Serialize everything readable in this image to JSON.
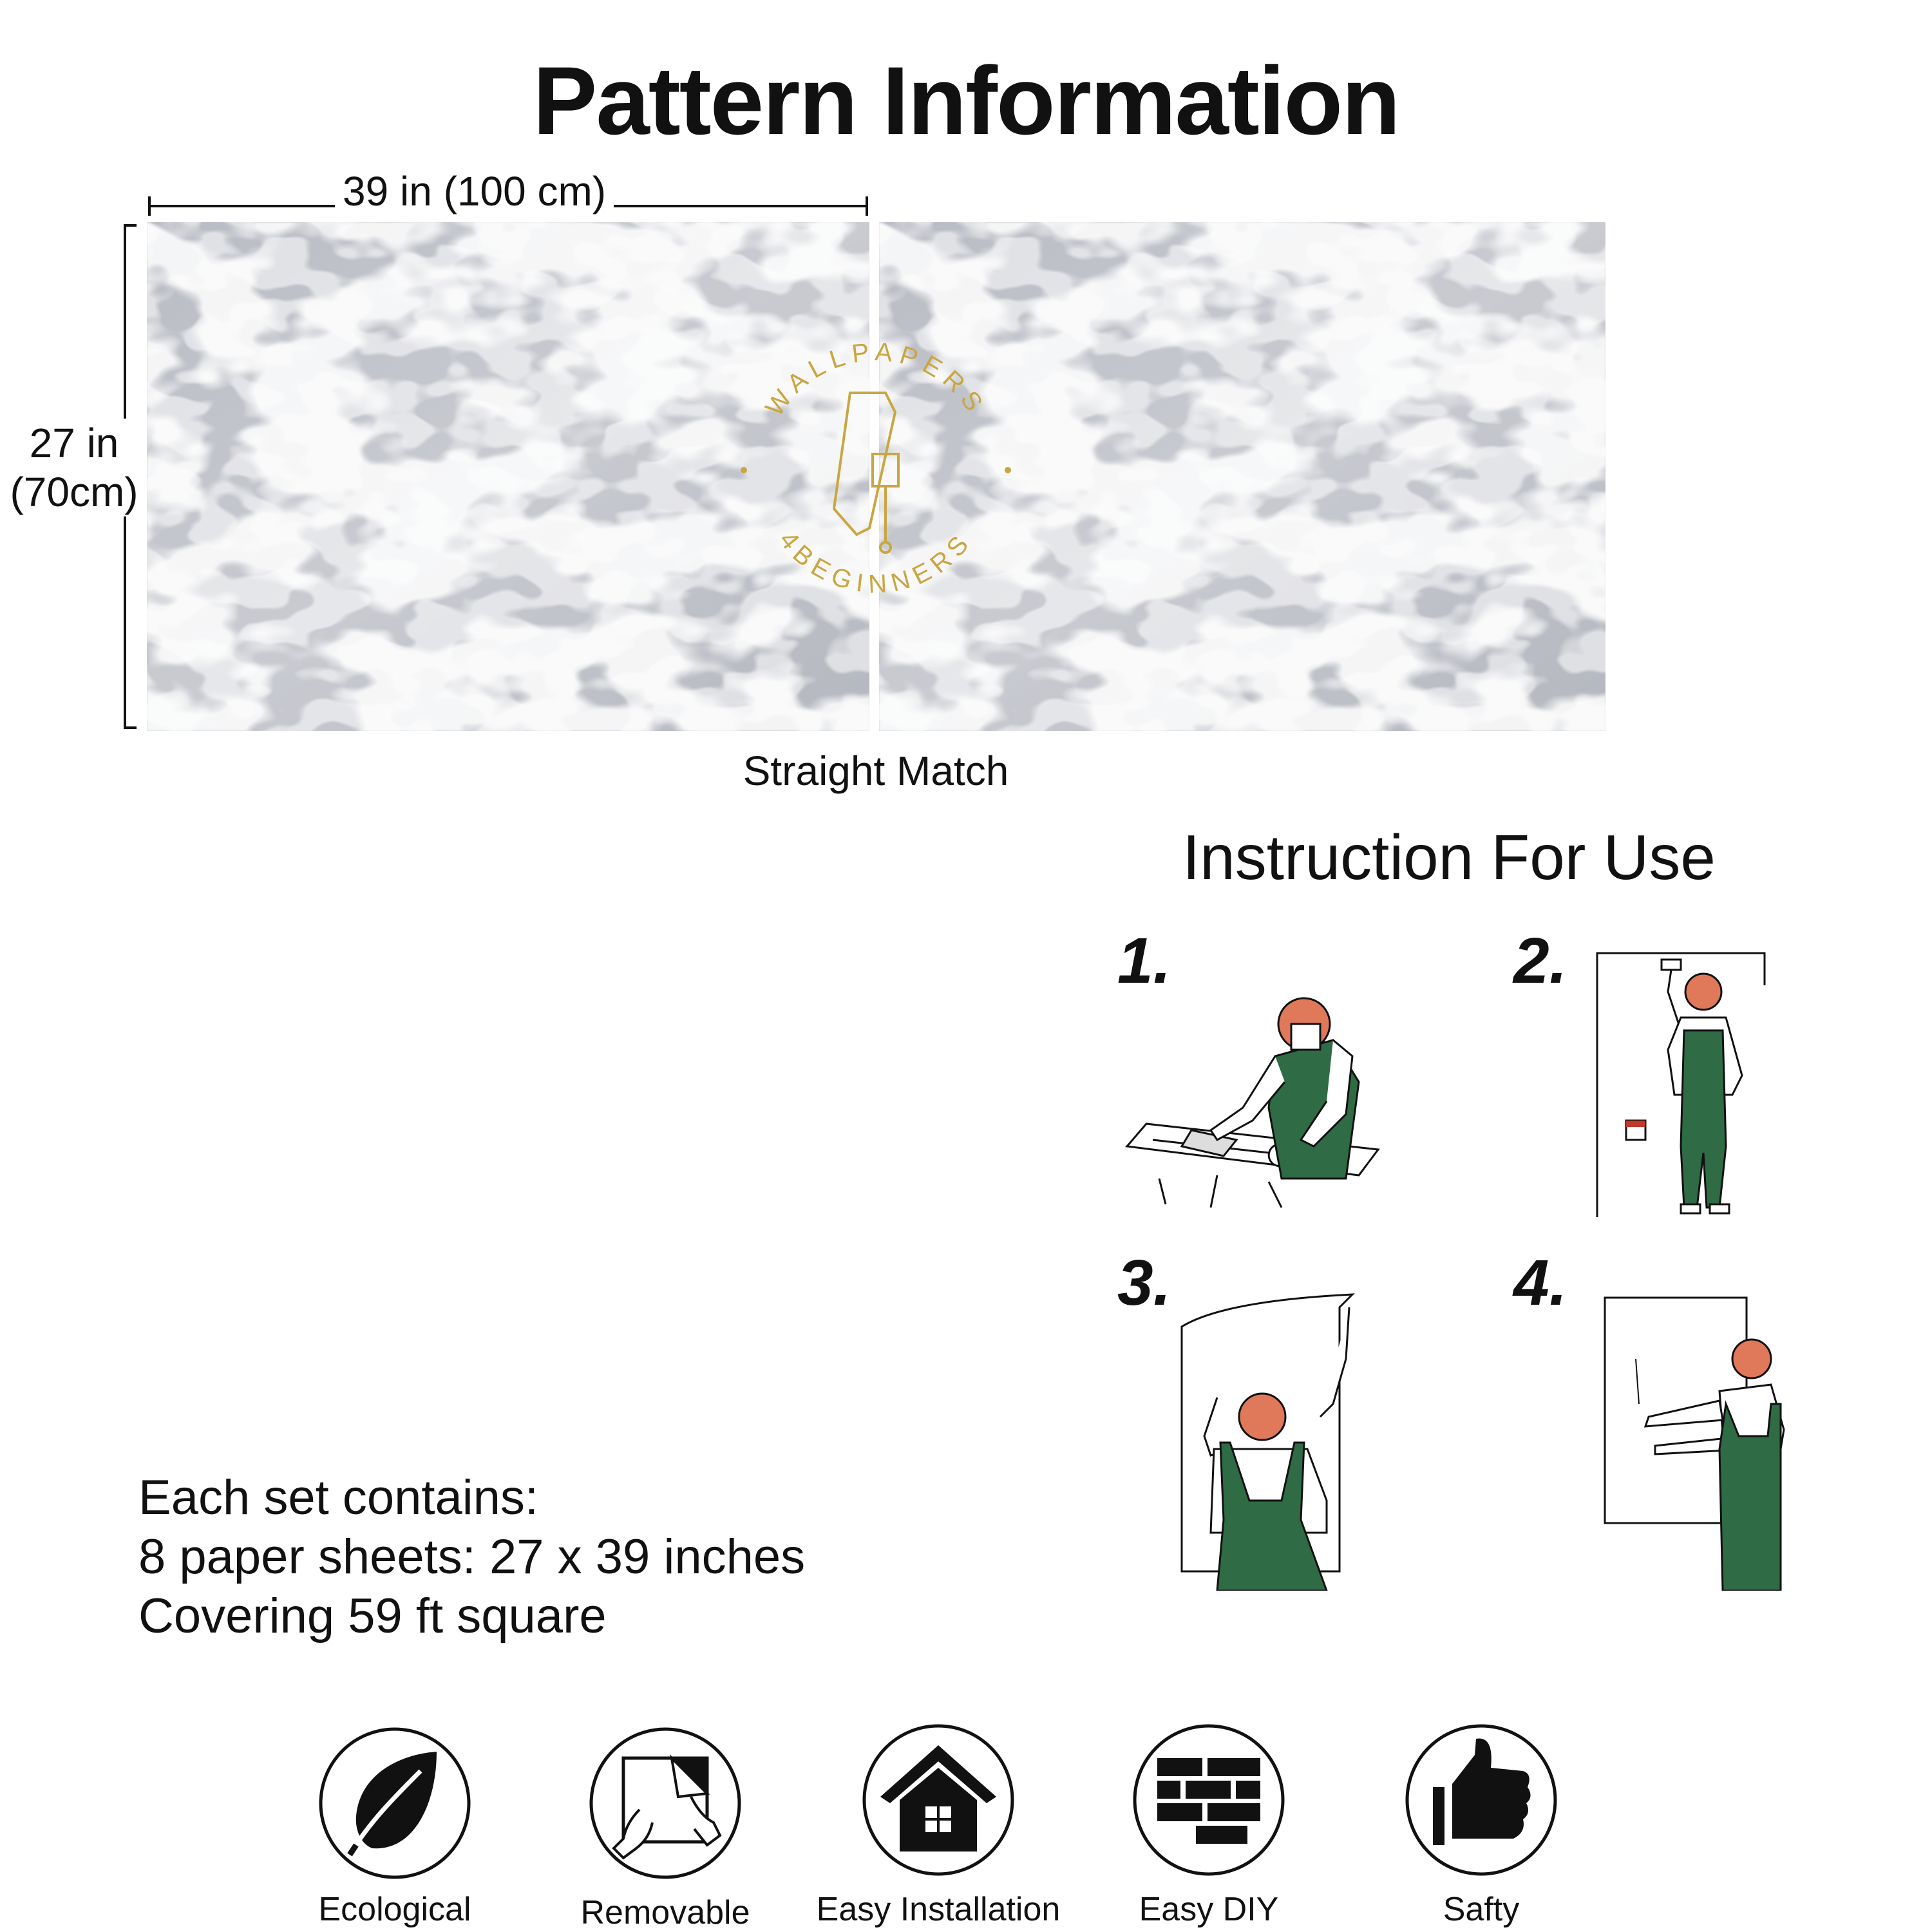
{
  "header": {
    "title": "Pattern Information"
  },
  "pattern": {
    "width_label": "39 in (100 cm)",
    "height_label_line1": "27 in",
    "height_label_line2": "(70cm)",
    "match_type": "Straight Match",
    "watermark_top": "WALLPAPERS",
    "watermark_bottom": "4BEGINNERS"
  },
  "instructions": {
    "title": "Instruction For Use",
    "steps": [
      {
        "number": "1."
      },
      {
        "number": "2."
      },
      {
        "number": "3."
      },
      {
        "number": "4."
      }
    ]
  },
  "set_info": {
    "line1": "Each set contains:",
    "line2": "8 paper sheets: 27 x 39 inches",
    "line3": "Covering 59 ft square"
  },
  "features": [
    {
      "label": "Ecological",
      "icon": "leaf-icon"
    },
    {
      "label": "Removable",
      "icon": "peel-sheet-icon"
    },
    {
      "label": "Easy Installation",
      "icon": "house-icon"
    },
    {
      "label": "Easy DIY",
      "icon": "brick-wall-icon"
    },
    {
      "label": "Safty",
      "icon": "thumbs-up-icon"
    }
  ],
  "colors": {
    "overalls": "#2f6b45",
    "hair": "#e0785a",
    "watermark": "#c9a640",
    "water": "#c8cacf"
  }
}
